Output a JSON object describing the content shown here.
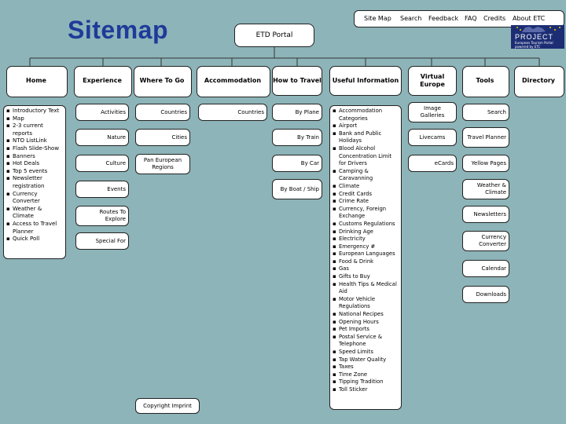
{
  "title": "Sitemap",
  "portal": "ETD Portal",
  "topnav": [
    "Site Map",
    "Search",
    "Feedback",
    "FAQ",
    "Credits",
    "About ETC"
  ],
  "logo": {
    "word": "PROJECT",
    "line1": "European Tourism Portal",
    "line2": "powered by ETC"
  },
  "columns": [
    {
      "id": "home",
      "label": "Home"
    },
    {
      "id": "experience",
      "label": "Experience"
    },
    {
      "id": "wheretogo",
      "label": "Where To Go"
    },
    {
      "id": "accommodation",
      "label": "Accommodation"
    },
    {
      "id": "howtotravel",
      "label": "How to Travel"
    },
    {
      "id": "useful",
      "label": "Useful Information"
    },
    {
      "id": "virtual",
      "label": "Virtual Europe"
    },
    {
      "id": "tools",
      "label": "Tools"
    },
    {
      "id": "directory",
      "label": "Directory"
    }
  ],
  "home_items": [
    "Introductory Text",
    "Map",
    "2-3 current reports",
    "NTO ListLink",
    "Flash Slide-Show",
    "Banners",
    "Hot Deals",
    "Top 5 events",
    "Newsletter registration",
    "Currency Converter",
    "Weather & Climate",
    "Access to Travel Planner",
    "Quick Poll"
  ],
  "experience_items": [
    "Activities",
    "Nature",
    "Culture",
    "Events",
    "Routes To Explore",
    "Special For"
  ],
  "wheretogo_items": [
    "Countries",
    "Cities",
    "Pan European Regions"
  ],
  "accommodation_items": [
    "Countries"
  ],
  "howtotravel_items": [
    "By Plane",
    "By Train",
    "By Car",
    "By Boat / Ship"
  ],
  "useful_items": [
    "Accommodation Categories",
    "Airport",
    "Bank and Public Holidays",
    "Blood Alcohol Concentration Limit for Drivers",
    "Camping & Caravanning",
    "Climate",
    "Credit Cards",
    "Crime Rate",
    "Currency, Foreign Exchange",
    "Customs Regulations",
    "Drinking Age",
    "Electricity",
    "Emergency #",
    "European Languages",
    "Food & Drink",
    "Gas",
    "Gifts to Buy",
    "Health Tips & Medical Aid",
    "Motor Vehicle Regulations",
    "National Recipes",
    "Opening Hours",
    "Pet Imports",
    "Postal Service & Telephone",
    "Speed Limits",
    "Tap Water Quality",
    "Taxes",
    "Time Zone",
    "Tipping Tradition",
    "Toll Sticker"
  ],
  "virtual_items": [
    "Image Galleries",
    "Livecams",
    "eCards"
  ],
  "tools_items": [
    "Search",
    "Travel Planner",
    "Yellow Pages",
    "Weather & Climate",
    "Newsletters",
    "Currency Converter",
    "Calendar",
    "Downloads"
  ],
  "footer": "Copyright Imprint"
}
